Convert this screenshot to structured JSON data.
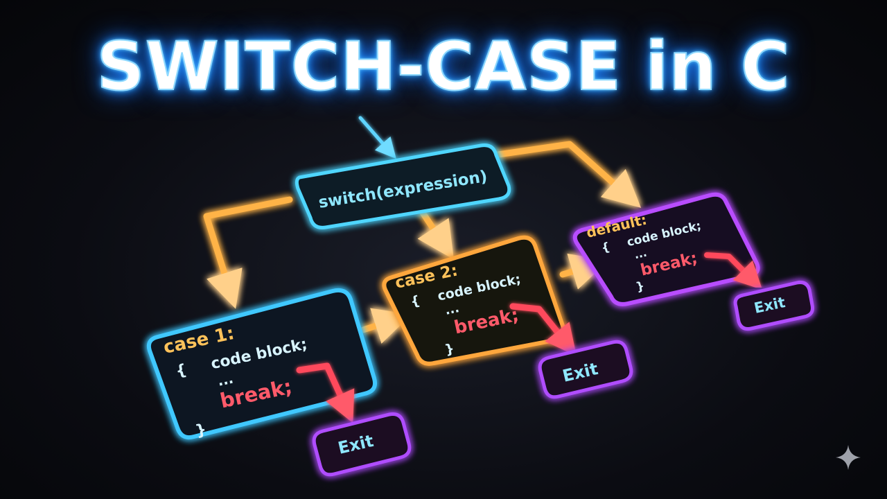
{
  "title": "SWITCH-CASE in C",
  "switch_box": {
    "label": "switch(expression)"
  },
  "case1": {
    "label": "case 1:",
    "open_brace": "{",
    "code": "code block;",
    "dots": "...",
    "break": "break;",
    "close_brace": "}",
    "exit": "Exit"
  },
  "case2": {
    "label": "case 2:",
    "open_brace": "{",
    "code": "code block;",
    "dots": "...",
    "break": "break;",
    "close_brace": "}",
    "exit": "Exit"
  },
  "default_box": {
    "label": "default:",
    "open_brace": "{",
    "code": "code block;",
    "dots": "...",
    "break": "break;",
    "close_brace": "}",
    "exit": "Exit"
  },
  "colors": {
    "cyan": "#3fd0ff",
    "orange": "#ffb347",
    "purple": "#c05cff",
    "red": "#ff4a5c",
    "code_text": "#d8f4ff"
  }
}
